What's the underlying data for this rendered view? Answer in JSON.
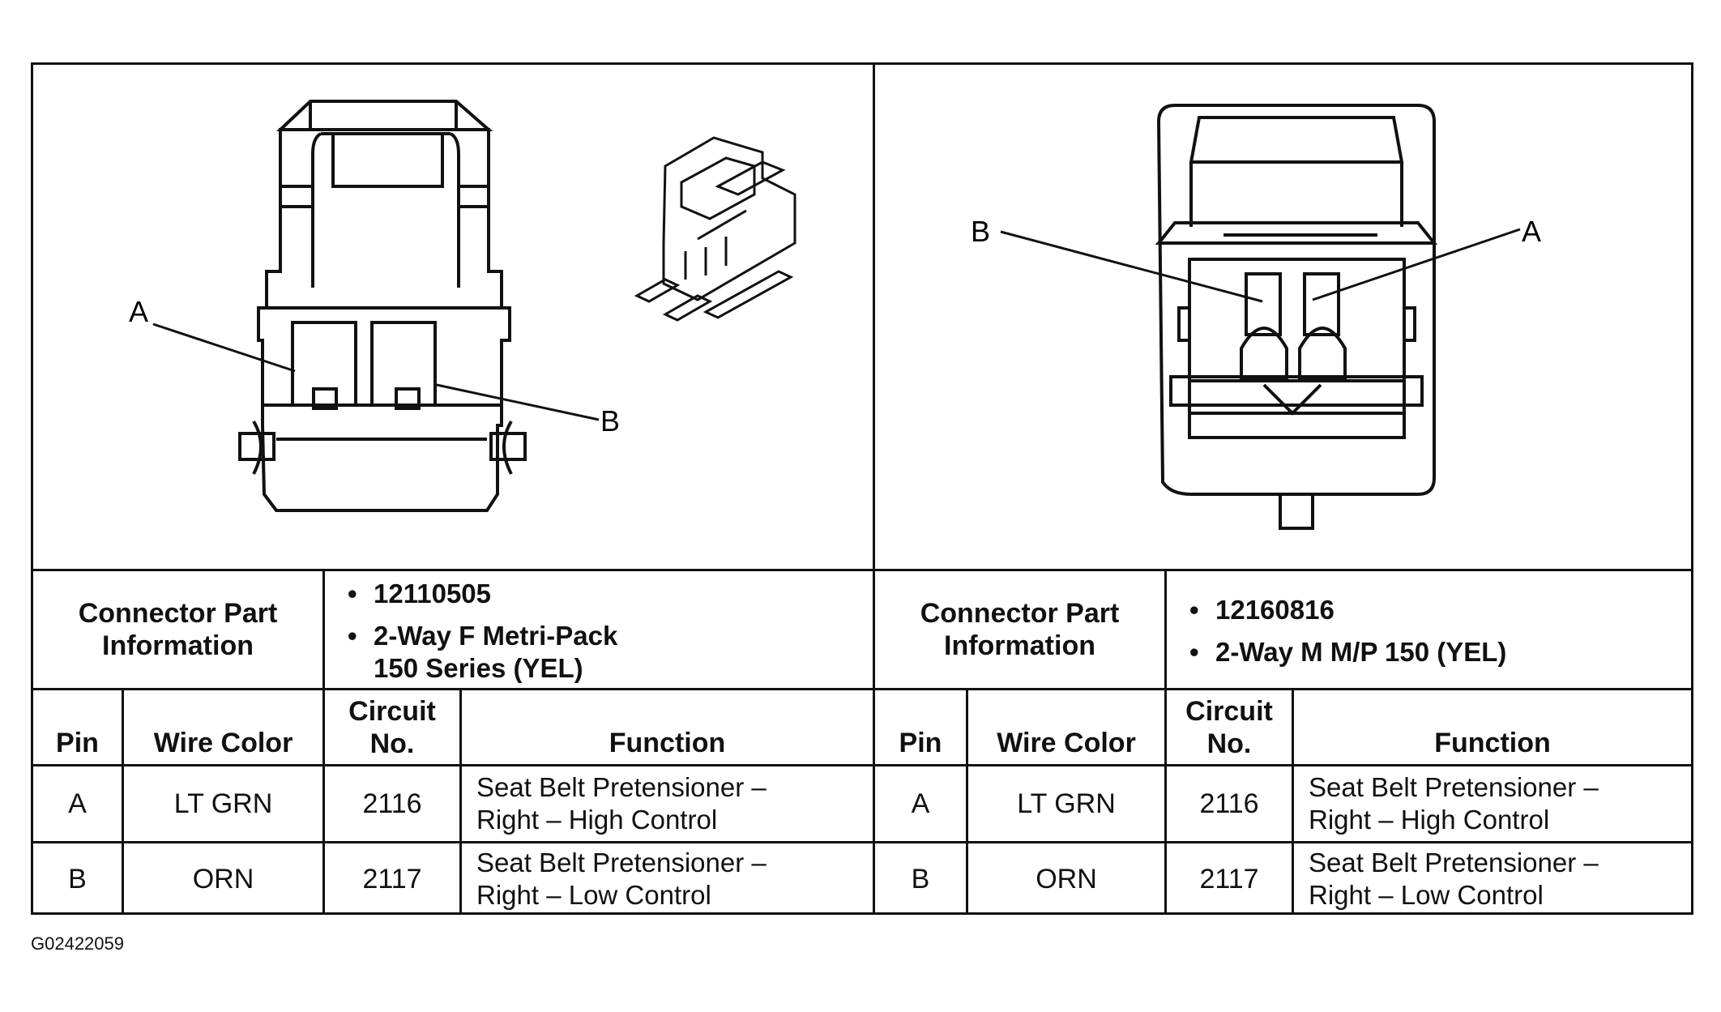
{
  "figure_id": "G02422059",
  "left": {
    "pin_a": "A",
    "pin_b": "B",
    "connector_label": "Connector Part Information",
    "part_number": "12110505",
    "description_line1": "2-Way F Metri-Pack",
    "description_line2": "150 Series (YEL)"
  },
  "right": {
    "pin_a": "A",
    "pin_b": "B",
    "connector_label": "Connector Part Information",
    "part_number": "12160816",
    "description_line1": "2-Way M M/P 150 (YEL)"
  },
  "headers": {
    "pin": "Pin",
    "wire_color": "Wire Color",
    "circuit_line1": "Circuit",
    "circuit_line2": "No.",
    "function": "Function"
  },
  "rows": [
    {
      "pin": "A",
      "wire_color": "LT GRN",
      "circuit": "2116",
      "function_line1": "Seat Belt Pretensioner –",
      "function_line2": "Right – High Control"
    },
    {
      "pin": "B",
      "wire_color": "ORN",
      "circuit": "2117",
      "function_line1": "Seat Belt Pretensioner –",
      "function_line2": "Right – Low Control"
    }
  ]
}
